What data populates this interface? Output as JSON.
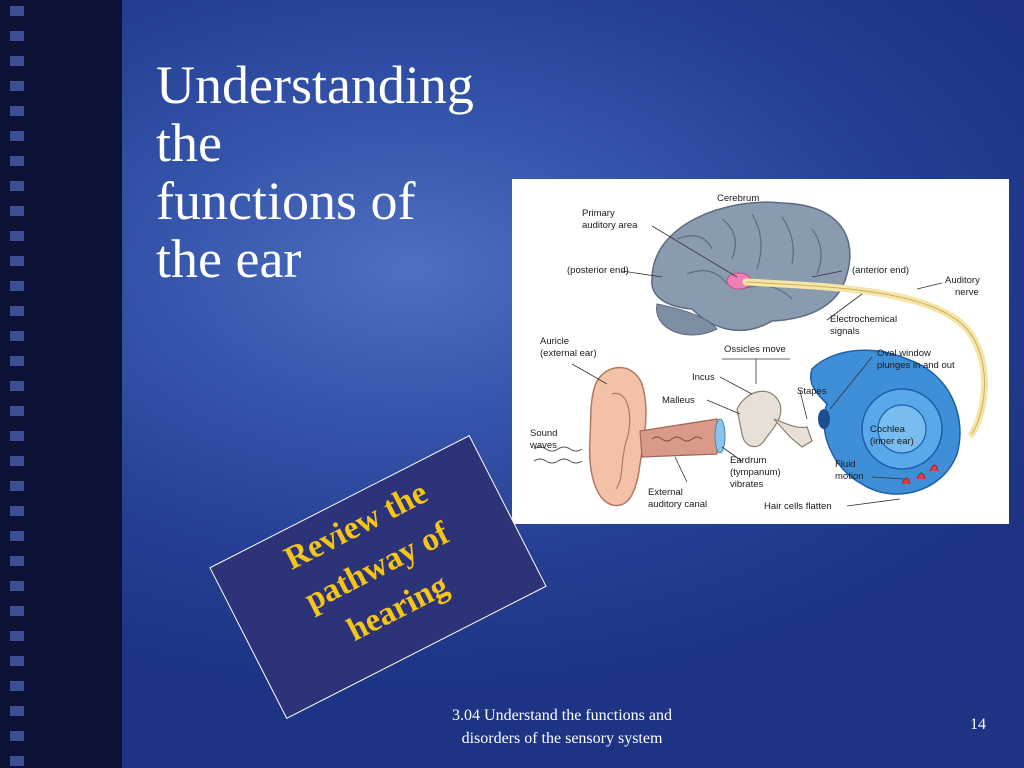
{
  "slide": {
    "title_lines": [
      "Understanding",
      "the",
      "functions of",
      "the ear"
    ],
    "callout_lines": [
      "Review the",
      "pathway of",
      "hearing"
    ],
    "footer_lines": [
      "3.04 Understand the functions and",
      "disorders of the sensory system"
    ],
    "page_number": "14"
  },
  "figure": {
    "labels": {
      "cerebrum": "Cerebrum",
      "primary_auditory_1": "Primary",
      "primary_auditory_2": "auditory area",
      "posterior_end": "(posterior end)",
      "anterior_end": "(anterior end)",
      "auditory_nerve_1": "Auditory",
      "auditory_nerve_2": "nerve",
      "electrochemical_1": "Electrochemical",
      "electrochemical_2": "signals",
      "auricle_1": "Auricle",
      "auricle_2": "(external ear)",
      "ossicles_move": "Ossicles move",
      "oval_window_1": "Oval window",
      "oval_window_2": "plunges in and out",
      "incus": "Incus",
      "stapes": "Stapes",
      "malleus": "Malleus",
      "sound_waves_1": "Sound",
      "sound_waves_2": "waves",
      "cochlea_1": "Cochlea",
      "cochlea_2": "(inner ear)",
      "eardrum_1": "Eardrum",
      "eardrum_2": "(tympanum)",
      "eardrum_3": "vibrates",
      "fluid_motion_1": "Fluid",
      "fluid_motion_2": "motion",
      "external_canal_1": "External",
      "external_canal_2": "auditory canal",
      "hair_cells": "Hair cells flatten"
    }
  },
  "colors": {
    "title_text": "#ffffff",
    "callout_text": "#f5c518",
    "callout_fill": "#2c3378",
    "film_strip": "#0b1236"
  }
}
